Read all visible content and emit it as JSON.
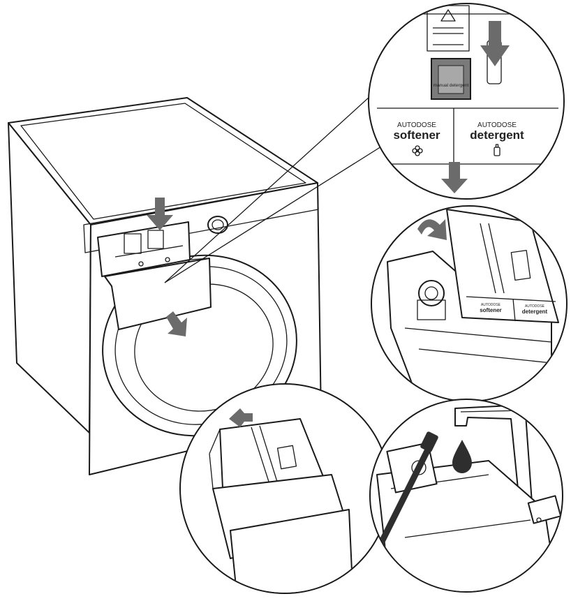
{
  "dispenser": {
    "autodose_softener_small": "AUTODOSE",
    "softener_label": "softener",
    "autodose_detergent_small": "AUTODOSE",
    "detergent_label": "detergent",
    "manual_detergent": "manual detergent"
  },
  "icons": {
    "softener": "flower-icon",
    "detergent": "bottle-icon",
    "water": "water-drop-icon"
  },
  "colors": {
    "arrow": "#6b6b6b",
    "line": "#1a1a1a"
  }
}
